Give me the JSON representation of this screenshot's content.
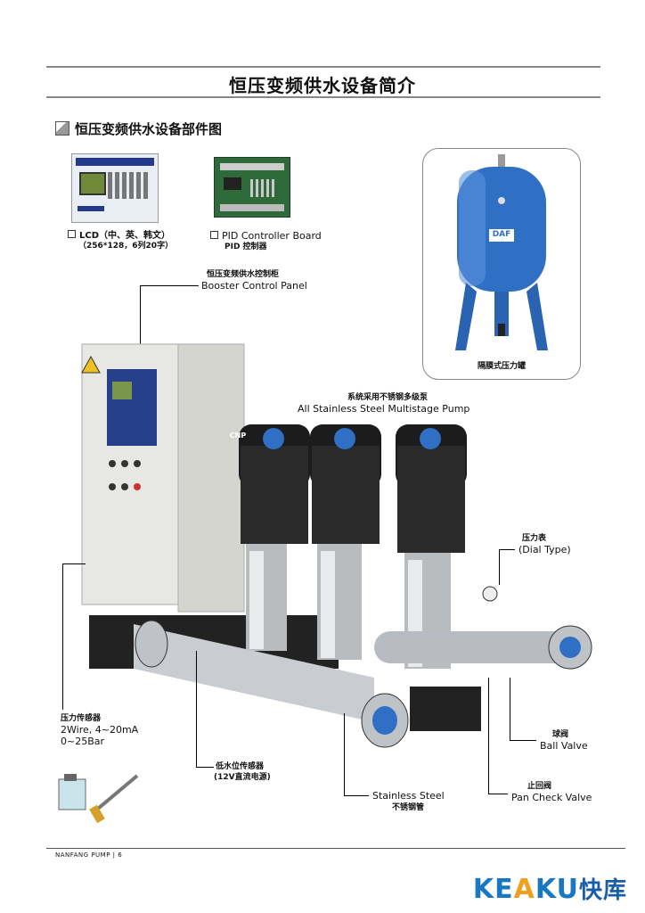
{
  "page": {
    "title": "恒压变频供水设备简介",
    "section_title": "恒压变频供水设备部件图"
  },
  "components": {
    "lcd": {
      "line1": "LCD（中、英、韩文）",
      "line2": "（256*128，6列20字）"
    },
    "pid": {
      "line1": "PID Controller Board",
      "line2": "PID 控制器"
    },
    "tank": {
      "label": "隔膜式压力罐",
      "brand": "DAF"
    },
    "panel": {
      "line1": "恒压变频供水控制柜",
      "line2": "Booster Control Panel"
    },
    "pump": {
      "line1": "系统采用不锈钢多级泵",
      "line2": "All Stainless Steel Multistage Pump",
      "brand": "CNP"
    },
    "gauge": {
      "line1": "压力表",
      "line2": "(Dial Type)"
    },
    "sensor": {
      "line1": "压力传感器",
      "line2": "2Wire, 4~20mA",
      "line3": "0~25Bar"
    },
    "ball_valve": {
      "line1": "球阀",
      "line2": "Ball Valve"
    },
    "level_sensor": {
      "line1": "低水位传感器",
      "line2": "(12V直流电源)"
    },
    "check_valve": {
      "line1": "止回阀",
      "line2": "Pan Check Valve"
    },
    "pipe": {
      "line1": "Stainless Steel",
      "line2": "不锈钢管"
    }
  },
  "footer": {
    "text": "NANFANG PUMP  |  6"
  },
  "brand": {
    "part1": "KE",
    "part2": "A",
    "part3": "KU",
    "part4": "快库"
  }
}
